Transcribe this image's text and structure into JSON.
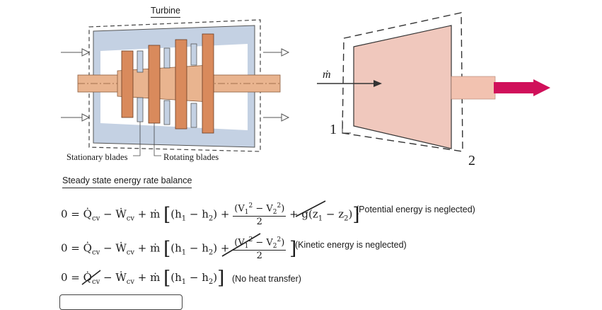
{
  "diagram": {
    "turbine_title": "Turbine",
    "stationary_blades_label": "Stationary blades",
    "rotating_blades_label": "Rotating blades",
    "mass_flow_symbol": "ṁ",
    "inlet_state": "1",
    "exit_state": "2"
  },
  "section": {
    "heading": "Steady state energy rate balance"
  },
  "equations": [
    {
      "lhs": "0 = Q̇cv − Ẇcv + ṁ[(h₁ − h₂) + (V₁² − V₂²)/2 + g(z₁ − z₂)]",
      "note": "(Potential energy is neglected)"
    },
    {
      "lhs": "0 = Q̇cv − Ẇcv + ṁ[(h₁ − h₂) + (V₁² − V₂²)/2]",
      "note": "(Kinetic  energy is neglected)"
    },
    {
      "lhs": "0 = Q̇cv − Ẇcv + ṁ[(h₁ − h₂)]",
      "note": "(No heat transfer)"
    }
  ],
  "colors": {
    "casing": "#c4d1e3",
    "blade": "#d98a5c",
    "shaft": "#e9b48f",
    "control_volume": "#f0c8bd",
    "arrow": "#d0105a"
  }
}
